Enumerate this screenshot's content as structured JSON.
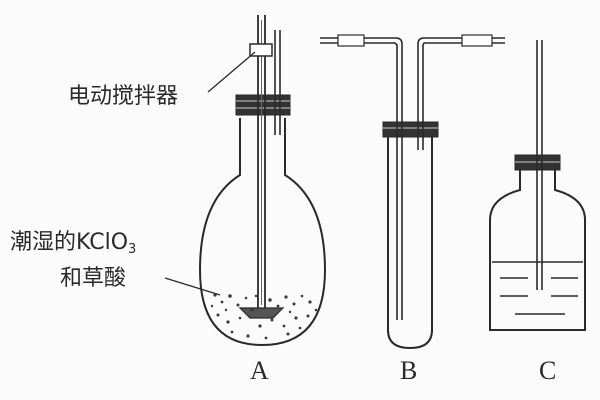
{
  "labels": {
    "stirrer": "电动搅拌器",
    "reagent_line1_prefix": "潮湿的KClO",
    "reagent_line1_subscript": "3",
    "reagent_line2": "和草酸"
  },
  "apparatus": {
    "a": "A",
    "b": "B",
    "c": "C"
  },
  "colors": {
    "ink": "#2a2a2a",
    "paper": "#fbfbfb"
  }
}
